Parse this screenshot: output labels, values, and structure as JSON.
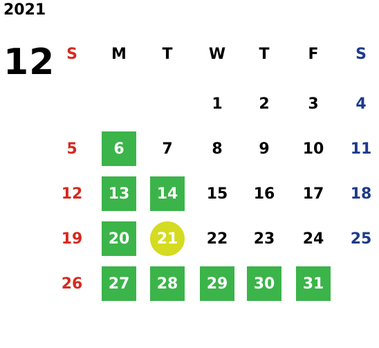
{
  "year": "2021",
  "month": "12",
  "colors": {
    "sunday": "#d62a1f",
    "saturday": "#1d3b8c",
    "weekday": "#000000",
    "highlight_green": "#3bb44a",
    "highlight_today": "#d4db20"
  },
  "weekdays": [
    "S",
    "M",
    "T",
    "W",
    "T",
    "F",
    "S"
  ],
  "weeks": [
    [
      {
        "day": ""
      },
      {
        "day": ""
      },
      {
        "day": ""
      },
      {
        "day": "1",
        "style": "black"
      },
      {
        "day": "2",
        "style": "black"
      },
      {
        "day": "3",
        "style": "black"
      },
      {
        "day": "4",
        "style": "blue"
      }
    ],
    [
      {
        "day": "5",
        "style": "red"
      },
      {
        "day": "6",
        "style": "green"
      },
      {
        "day": "7",
        "style": "black"
      },
      {
        "day": "8",
        "style": "black"
      },
      {
        "day": "9",
        "style": "black"
      },
      {
        "day": "10",
        "style": "black"
      },
      {
        "day": "11",
        "style": "blue"
      }
    ],
    [
      {
        "day": "12",
        "style": "red"
      },
      {
        "day": "13",
        "style": "green"
      },
      {
        "day": "14",
        "style": "green"
      },
      {
        "day": "15",
        "style": "black"
      },
      {
        "day": "16",
        "style": "black"
      },
      {
        "day": "17",
        "style": "black"
      },
      {
        "day": "18",
        "style": "blue"
      }
    ],
    [
      {
        "day": "19",
        "style": "red"
      },
      {
        "day": "20",
        "style": "green"
      },
      {
        "day": "21",
        "style": "yellow"
      },
      {
        "day": "22",
        "style": "black"
      },
      {
        "day": "23",
        "style": "black"
      },
      {
        "day": "24",
        "style": "black"
      },
      {
        "day": "25",
        "style": "blue"
      }
    ],
    [
      {
        "day": "26",
        "style": "red"
      },
      {
        "day": "27",
        "style": "green"
      },
      {
        "day": "28",
        "style": "green"
      },
      {
        "day": "29",
        "style": "green"
      },
      {
        "day": "30",
        "style": "green"
      },
      {
        "day": "31",
        "style": "green"
      },
      {
        "day": ""
      }
    ]
  ]
}
